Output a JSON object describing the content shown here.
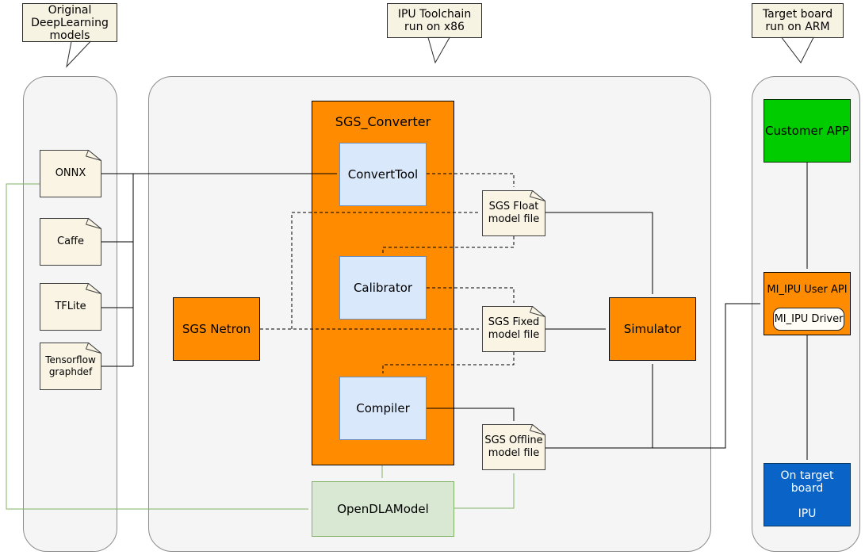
{
  "colors": {
    "accent_orange": "#ff8c00",
    "light_blue_fill": "#dae8fc",
    "light_blue_border": "#6c8ebf",
    "pale_green_fill": "#d9e8d3",
    "green_border": "#82b366",
    "green_connector": "#82b366",
    "bright_green": "#00cc00",
    "ipu_blue": "#0a64c8",
    "note_cream": "#f9f4e4",
    "container_gray": "#f5f5f5"
  },
  "callouts": {
    "models": {
      "l1": "Original",
      "l2": "DeepLearning",
      "l3": "models"
    },
    "toolchain": {
      "l1": "IPU Toolchain",
      "l2": "run on x86"
    },
    "target": {
      "l1": "Target board",
      "l2": "run on ARM"
    }
  },
  "sources": {
    "onnx": "ONNX",
    "caffe": "Caffe",
    "tflite": "TFLite",
    "tf_graphdef": {
      "l1": "Tensorflow",
      "l2": "graphdef"
    }
  },
  "converter": {
    "title": "SGS_Converter",
    "convert_tool": "ConvertTool",
    "calibrator": "Calibrator",
    "compiler": "Compiler"
  },
  "netron": {
    "label": "SGS Netron"
  },
  "files": {
    "float": {
      "l1": "SGS Float",
      "l2": "model file"
    },
    "fixed": {
      "l1": "SGS Fixed",
      "l2": "model file"
    },
    "offline": {
      "l1": "SGS Offline",
      "l2": "model file"
    }
  },
  "simulator": {
    "label": "Simulator"
  },
  "open_dla": {
    "label": "OpenDLAModel"
  },
  "target_board": {
    "customer_app": "Customer APP",
    "user_api": "MI_IPU User API",
    "driver": "MI_IPU Driver",
    "ipu": {
      "l1": "On target board",
      "l2": "IPU"
    }
  }
}
